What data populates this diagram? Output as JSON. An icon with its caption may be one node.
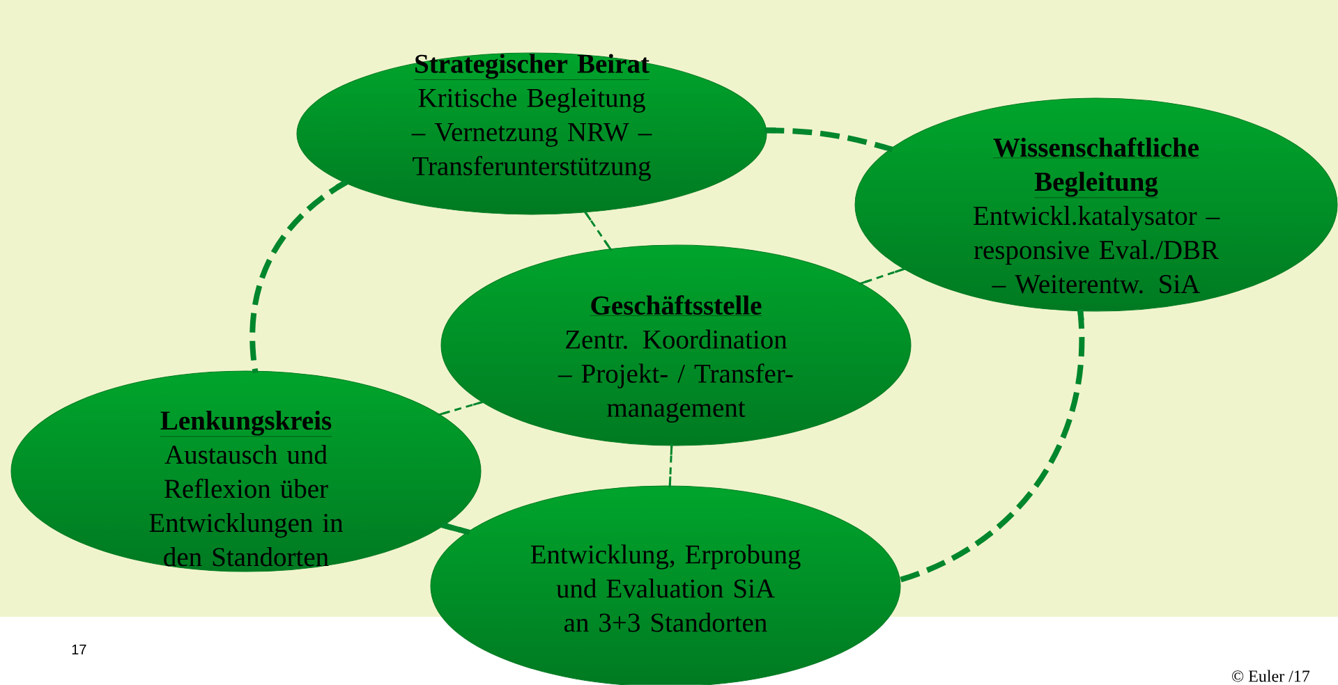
{
  "diagram": {
    "nodes": [
      {
        "text": [
          "Strategischer Beirat",
          "Kritische Begleitung – Vernetzung NRW – Transferunterstützung"
        ]
      },
      {
        "text": [
          "Wissenschaftliche Begleitung",
          "Entwickl.katalysator – responsive Eval./DBR – Weiterentw. SiA"
        ]
      },
      {
        "text": [
          "Geschäftsstelle",
          "Zentr. Koordination – Projekt- / Transfer- management"
        ]
      },
      {
        "text": [
          "Lenkungskreis",
          "Austausch und Reflexion über Entwicklungen in den Standorten"
        ]
      },
      {
        "text": [
          "Entwicklung, Erprobung und Evaluation SiA an 3+3 Standorten"
        ]
      }
    ],
    "edges": [
      {
        "from": 0,
        "to": 1,
        "arrow": "none",
        "style": "dashed"
      },
      {
        "from": 0,
        "to": 3,
        "arrow": "none",
        "style": "dashed"
      },
      {
        "from": 0,
        "to": 2,
        "arrow": "none",
        "style": "dashed"
      },
      {
        "from": 1,
        "to": 2,
        "arrow": "none",
        "style": "dashed"
      },
      {
        "from": 1,
        "to": 4,
        "arrow": "none",
        "style": "dashed"
      },
      {
        "from": 2,
        "to": 3,
        "arrow": "none",
        "style": "dashed"
      },
      {
        "from": 2,
        "to": 4,
        "arrow": "none",
        "style": "dashed"
      },
      {
        "from": 3,
        "to": 4,
        "arrow": "none",
        "style": "dashed"
      }
    ],
    "labels": [
      "17",
      "© Euler /17"
    ]
  }
}
